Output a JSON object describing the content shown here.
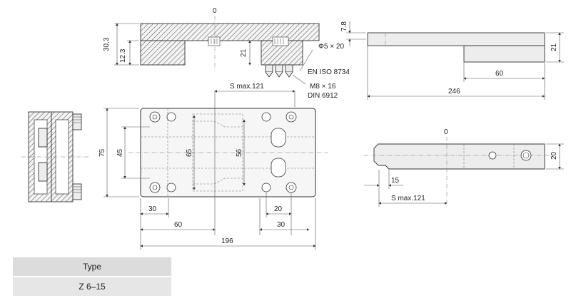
{
  "top_view": {
    "zero": "0",
    "dim_30_3": "30.3",
    "dim_12_3": "12.3",
    "dim_21": "21",
    "pin_spec": "Φ5 × 20",
    "pin_std": "EN ISO 8734",
    "screw_spec": "M8 × 16",
    "screw_std": "DIN 6912",
    "stroke": "S max.121"
  },
  "side_view": {
    "dim_7_8": "7.8",
    "dim_21": "21",
    "dim_60": "60",
    "dim_246": "246"
  },
  "front_view": {
    "dim_75": "75",
    "dim_45": "45",
    "dim_65": "65",
    "dim_56": "56",
    "dim_30_left": "30",
    "dim_60": "60",
    "dim_196": "196",
    "dim_20": "20",
    "dim_30_right": "30"
  },
  "right_view": {
    "zero": "0",
    "dim_20": "20",
    "dim_15": "15",
    "stroke": "S max.121"
  },
  "table": {
    "header": "Type",
    "value": "Z 6–15"
  }
}
